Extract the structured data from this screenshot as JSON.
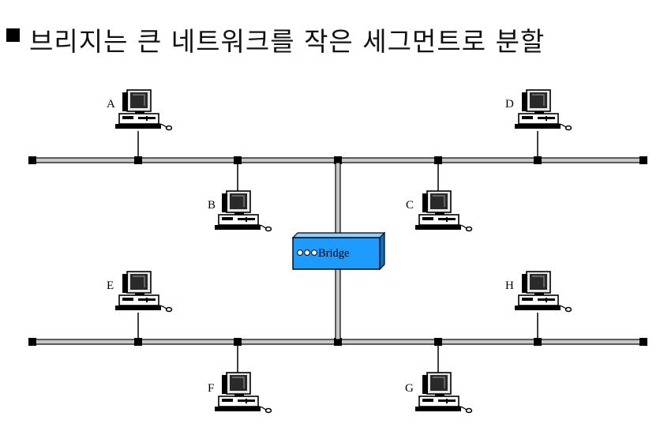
{
  "title": "브리지는 큰 네트워크를 작은 세그먼트로 분할",
  "bridge": {
    "label": "Bridge",
    "color": "#1e9bff"
  },
  "colors": {
    "segment": "#c8c8c8",
    "node": "#000000",
    "screen": "#2a2a2a",
    "bezel": "#d9d9d9"
  },
  "computers": [
    {
      "label": "A"
    },
    {
      "label": "B"
    },
    {
      "label": "C"
    },
    {
      "label": "D"
    },
    {
      "label": "E"
    },
    {
      "label": "F"
    },
    {
      "label": "G"
    },
    {
      "label": "H"
    }
  ]
}
